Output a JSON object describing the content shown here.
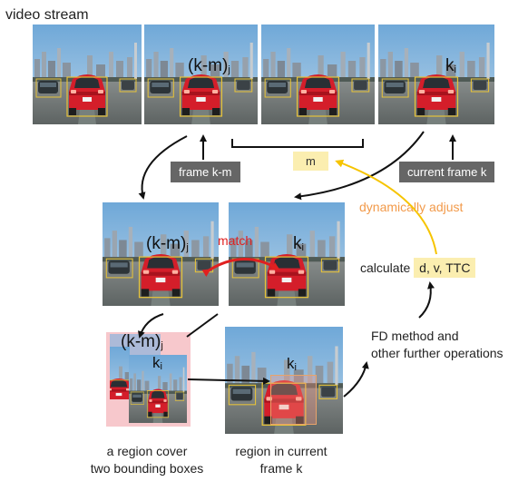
{
  "header": {
    "video_stream": "video stream"
  },
  "labels": {
    "frame_km": "frame k-m",
    "m": "m",
    "current_frame_k": "current frame k",
    "dynamically_adjust": "dynamically adjust",
    "match": "match",
    "calculate_prefix": "calculate ",
    "calculate_values": "d, v, TTC",
    "fd_method_line1": "FD method and",
    "fd_method_line2": "other further operations",
    "region_cover_line1": "a region cover",
    "region_cover_line2": "two bounding boxes",
    "region_current_line1": "region in current",
    "region_current_line2": "frame k"
  },
  "frame_tags": {
    "km_main": "(k-m)",
    "km_sub": "j",
    "k_main": "k",
    "k_sub": "i"
  },
  "colors": {
    "sky": "#86b4d6",
    "car_red": "#d41e2a",
    "bbox_yellow": "#e6c23a",
    "arrow_yellow": "#f6c400",
    "adjust_orange": "#f29a4a",
    "match_red": "#e02020",
    "grey_box": "#666666",
    "yellow_box": "#fbeeb0",
    "pink_region": "#f7c8cc",
    "blue_region": "#9fb7d9"
  }
}
